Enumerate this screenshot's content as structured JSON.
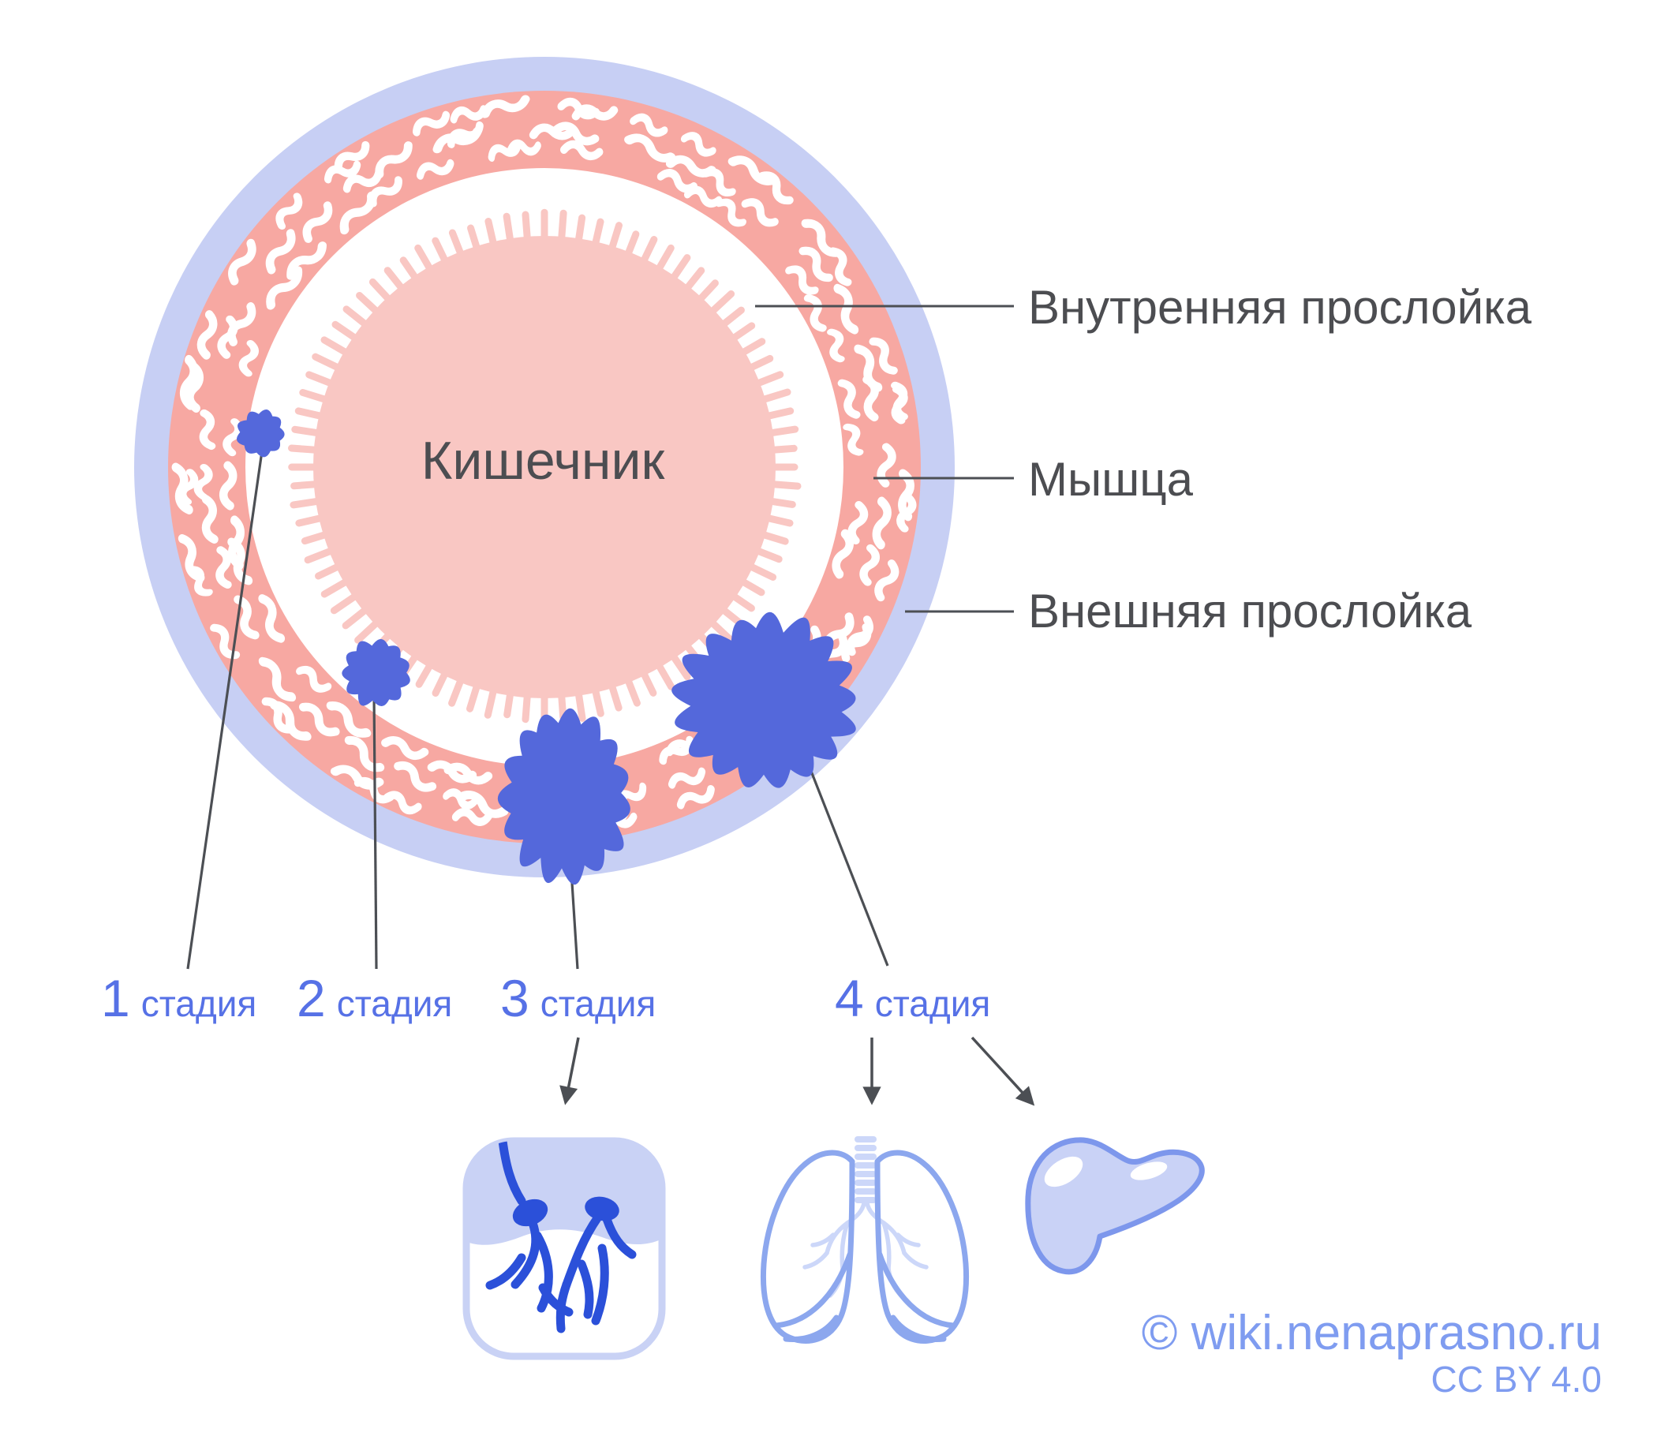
{
  "diagram": {
    "center_label": "Кишечник",
    "layer_labels": [
      {
        "label": "Внутренняя прослойка"
      },
      {
        "label": "Мышца"
      },
      {
        "label": "Внешняя прослойка"
      }
    ],
    "stages": [
      {
        "number": "1",
        "word": "стадия"
      },
      {
        "number": "2",
        "word": "стадия"
      },
      {
        "number": "3",
        "word": "стадия"
      },
      {
        "number": "4",
        "word": "стадия"
      }
    ],
    "metastasis_icons": [
      {
        "name": "lymph-node-icon"
      },
      {
        "name": "lungs-icon"
      },
      {
        "name": "liver-icon"
      }
    ]
  },
  "attribution": {
    "source": "© wiki.nenaprasno.ru",
    "license": "CC BY 4.0"
  },
  "colors": {
    "outer_layer": "#c7cff4",
    "muscle": "#f7a8a2",
    "inner_lining": "#f9c7c3",
    "fiber": "#ffffff",
    "tumor": "#5468db",
    "stage_label": "#5671e6",
    "text": "#4c4d51",
    "line": "#4c4f54",
    "attribution": "#7f9cf0",
    "lymph_vessel": "#2b50d9",
    "icon_light": "#c9d2f5",
    "lungs_outline": "#8ca7ee",
    "bronchi": "#ccd7f9",
    "liver_fill": "#c9d2f6",
    "liver_outline": "#7d97ec"
  }
}
